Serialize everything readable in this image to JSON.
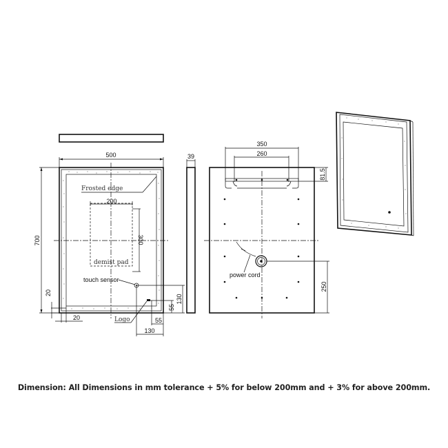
{
  "drawing": {
    "front_view": {
      "width_dim": "500",
      "height_dim": "700",
      "frosted_edge_label": "Frosted edge",
      "demist_pad_label": "demist pad",
      "demist_width_dim": "200",
      "demist_height_dim": "300",
      "touch_sensor_label": "touch sensor",
      "logo_label": "Logo",
      "bottom_edge_dim": "20",
      "side_edge_dim": "20",
      "sensor_height_dim": "130",
      "sensor_offset_dim": "130",
      "logo_height_dim": "55",
      "logo_offset_dim": "55"
    },
    "side_view": {
      "depth_dim": "39"
    },
    "rear_view": {
      "bracket_outer_dim": "350",
      "bracket_inner_dim": "260",
      "bracket_top_dim": "81.5",
      "power_cord_label": "power cord",
      "cord_height_dim": "250"
    },
    "perspective_view": {
      "label": ""
    }
  },
  "footer": {
    "note": "Dimension: All Dimensions in mm tolerance + 5% for below 200mm and + 3% for above 200mm."
  }
}
